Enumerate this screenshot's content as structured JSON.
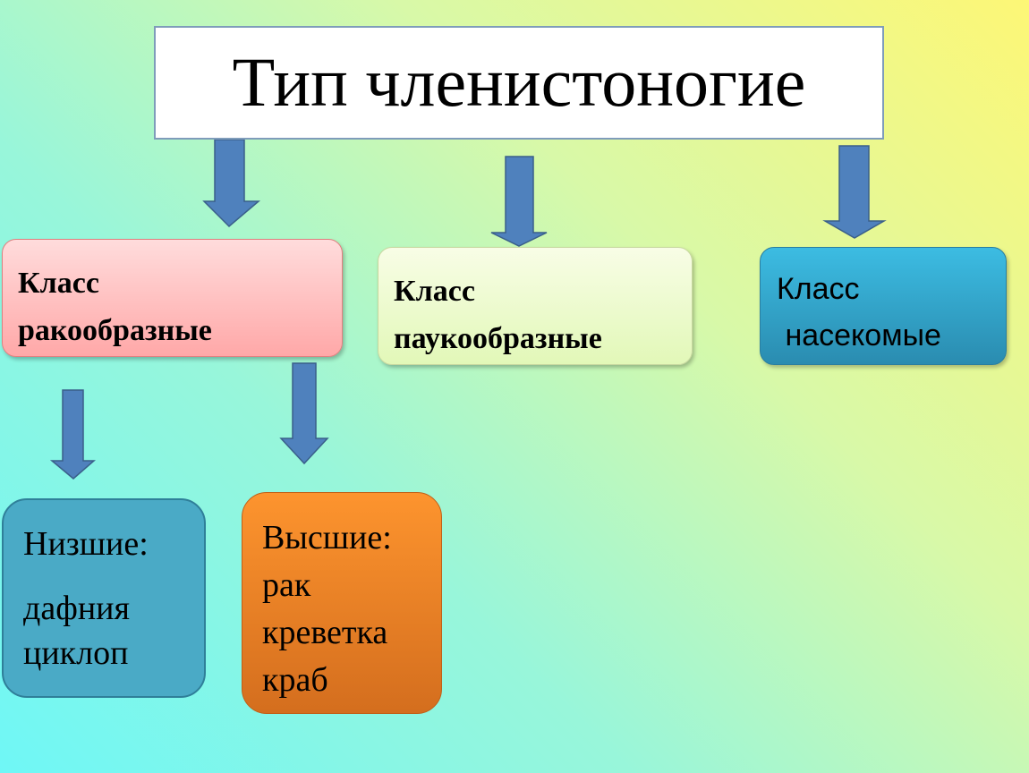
{
  "title": "Тип членистоногие",
  "colors": {
    "arrow": "#4f81bd",
    "arrow_border": "#3a5f8a"
  },
  "classes": [
    {
      "line1": "Класс",
      "line2": "ракообразные"
    },
    {
      "line1": "Класс",
      "line2": "паукообразные"
    },
    {
      "line1": "Класс",
      "line2": " насекомые"
    }
  ],
  "lower": {
    "heading": "Низшие:",
    "items": [
      "дафния",
      "циклоп"
    ]
  },
  "higher": {
    "heading": "Высшие:",
    "items": [
      "рак",
      "креветка",
      "краб"
    ]
  }
}
